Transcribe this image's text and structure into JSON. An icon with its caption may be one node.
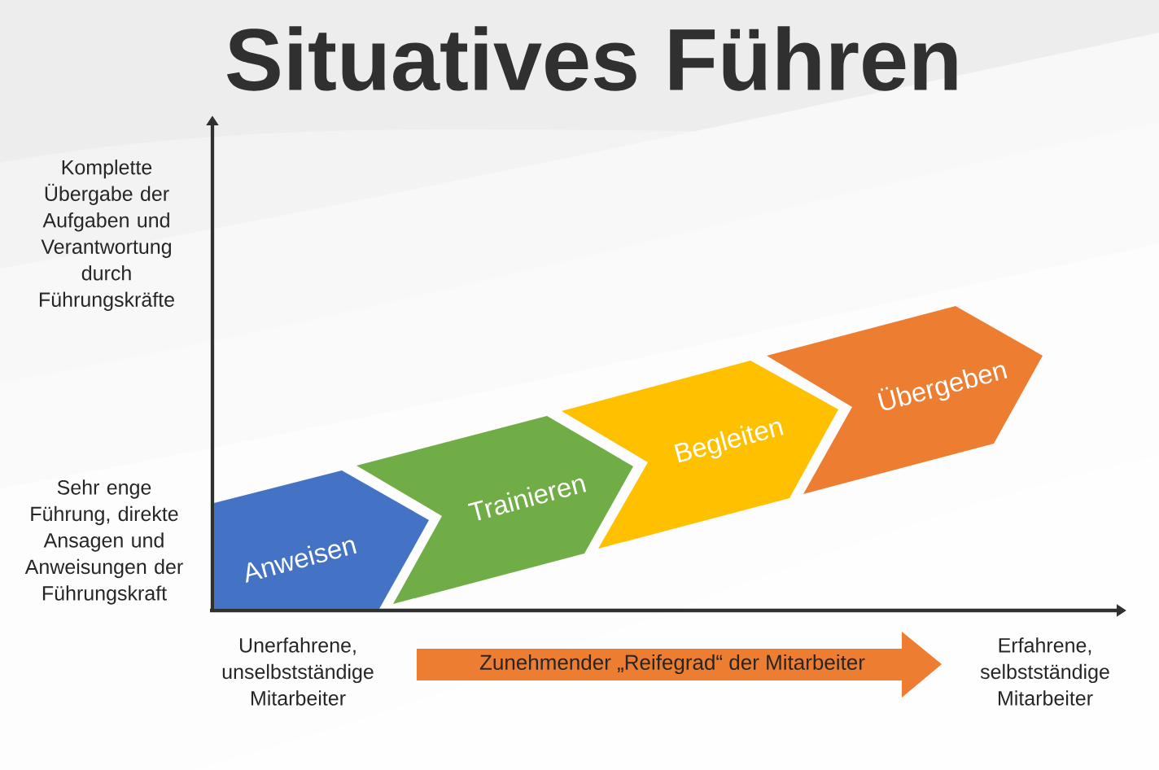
{
  "diagram": {
    "title": "Situatives Führen",
    "nodes": [
      {
        "text": [
          "Anweisen"
        ]
      },
      {
        "text": [
          "Trainieren"
        ]
      },
      {
        "text": [
          "Begleiten"
        ]
      },
      {
        "text": [
          "Übergeben"
        ]
      },
      {
        "text": [
          "Zunehmender „Reifegrad“ der Mitarbeiter"
        ]
      }
    ],
    "labels": [
      "Komplette Übergabe der Aufgaben und Verantwortung durch Führungskräfte",
      "Sehr enge Führung, direkte Ansagen und Anweisungen der Führungskraft",
      "Unerfahrene, unselbstständige Mitarbeiter",
      "Erfahrene, selbstständige Mitarbeiter"
    ]
  }
}
